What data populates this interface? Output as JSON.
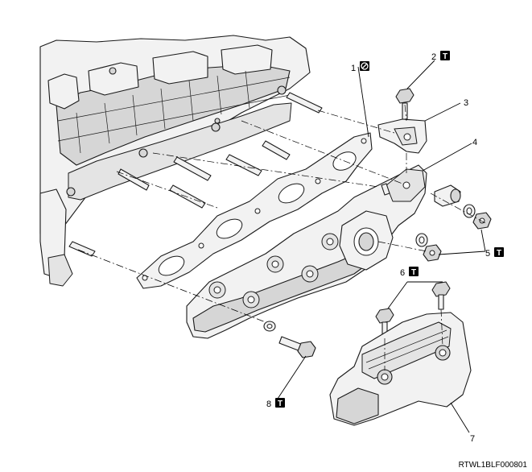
{
  "reference_code": "RTWL1BLF000801",
  "callouts": [
    {
      "number": "1",
      "symbol": "do-not-reuse-icon"
    },
    {
      "number": "2",
      "symbol": "tightening-torque-icon"
    },
    {
      "number": "3",
      "symbol": ""
    },
    {
      "number": "4",
      "symbol": ""
    },
    {
      "number": "5",
      "symbol": "tightening-torque-icon"
    },
    {
      "number": "6",
      "symbol": "tightening-torque-icon"
    },
    {
      "number": "7",
      "symbol": ""
    },
    {
      "number": "8",
      "symbol": "tightening-torque-icon"
    }
  ],
  "badge_torque": "T"
}
